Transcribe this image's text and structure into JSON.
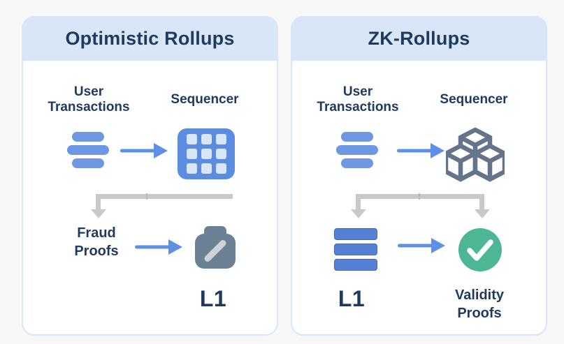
{
  "colors": {
    "bg": "#f8f7f7",
    "card_border": "#d9e6f8",
    "header_bg": "#d9e6f8",
    "navy": "#1f3a5e",
    "pill_blue": "#6e97e4",
    "seq_blue": "#5c8cdd",
    "seq_cell": "#d9e6f8",
    "arrow_blue": "#5f90e8",
    "connector_gray": "#c8c9ca",
    "connector_tick": "#b9babc",
    "slate": "#6b8193",
    "pen_slash": "#ccd3d9",
    "cube_stroke": "#64748b",
    "db_blue": "#5581d4",
    "db_border": "#4169b9",
    "green": "#4db795"
  },
  "icons": {
    "transactions": "three stacked blue pills",
    "grid_sequencer": "blue rounded square with 3x3 grid of light cells",
    "cubes_sequencer": "three outlined isometric cubes",
    "flow_arrow": "blue right arrow",
    "connector": "gray elbow line with down arrowheads",
    "fraud_proof_jar": "slate rounded jar with diagonal pen slash",
    "database": "three stacked blue bars",
    "validity_check": "green circle with white checkmark"
  },
  "panels": [
    {
      "title": "Optimistic Rollups",
      "user_label": {
        "line1": "User",
        "line2": "Transactions"
      },
      "sequencer_label": "Sequencer",
      "proof_label": {
        "line1": "Fraud",
        "line2": "Proofs"
      },
      "l1_label": "L1"
    },
    {
      "title": "ZK-Rollups",
      "user_label": {
        "line1": "User",
        "line2": "Transactions"
      },
      "sequencer_label": "Sequencer",
      "proof_label": {
        "line1": "Validity",
        "line2": "Proofs"
      },
      "l1_label": "L1"
    }
  ]
}
